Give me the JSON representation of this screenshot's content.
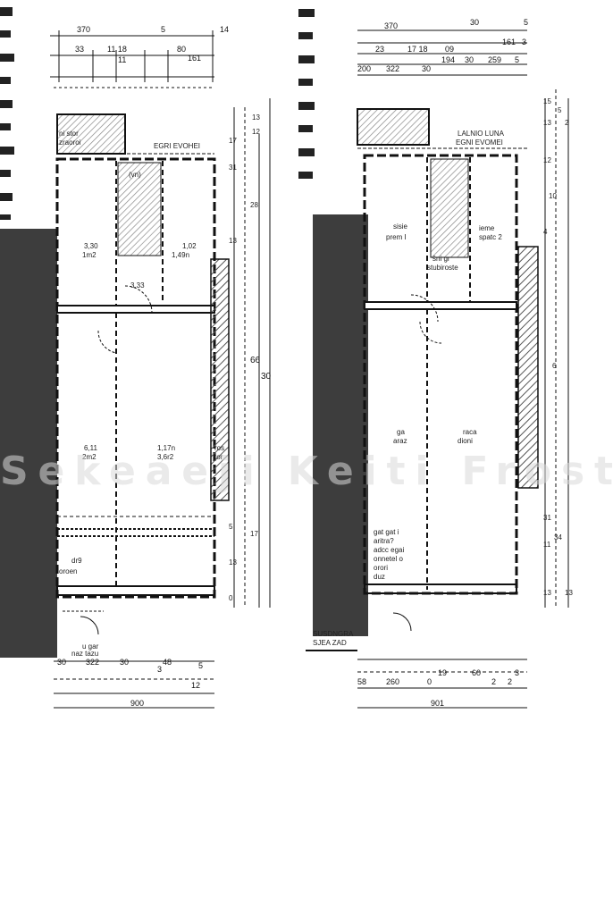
{
  "plan_left": {
    "top_dims": [
      "370",
      "5",
      "14",
      "33",
      "11 18",
      "80",
      "11",
      "161"
    ],
    "right_dims": [
      "17",
      "12",
      "13",
      "13",
      "31",
      "28",
      "13",
      "5",
      "17",
      "0"
    ],
    "far_right_dim": "66",
    "right_total": "30",
    "bottom_dims": [
      "30",
      "322",
      "30",
      "48",
      "3",
      "5",
      "12"
    ],
    "bottom_total": "900",
    "labels": {
      "top_note": "ni stor",
      "top_note2": "zraoroi",
      "corridor_note": "EGRI EVOHEI",
      "vn": "(vn)",
      "room_a_area": "3,30",
      "room_a_m2": "1m2",
      "room_b_area": "1,02",
      "room_b_m2": "1,49n",
      "stair_note": "3,33",
      "room_c_area": "6,11",
      "room_c_m2": "2m2",
      "room_d_area": "1,17n",
      "room_d_m2": "3,6r2",
      "side_note": "ros",
      "side_note2": "tor",
      "bottom_note": "dr9",
      "bottom_note2": "oroen",
      "entry_note": "u gar",
      "entry_note2": "naz tazu"
    }
  },
  "plan_right": {
    "top_dims": [
      "370",
      "30",
      "5",
      "23",
      "17 18",
      "09",
      "161",
      "3"
    ],
    "top_dims_row2": [
      "200",
      "322",
      "30",
      "194",
      "30",
      "259",
      "5"
    ],
    "right_dims": [
      "15",
      "5",
      "13",
      "2",
      "12",
      "10",
      "4",
      "6",
      "31",
      "34",
      "11",
      "13",
      "13"
    ],
    "bottom_dims": [
      "58",
      "260",
      "0",
      "19",
      "60",
      "2",
      "2",
      "3"
    ],
    "bottom_total": "901",
    "labels": {
      "title": "LALNIO LUNA",
      "corridor_note": "EGNI EVOMEI",
      "room_a": "sisie",
      "room_a2": "prem I",
      "room_b": "ieme",
      "room_b2": "spatc 2",
      "stair": "šni gr",
      "stair2": "stubiroste",
      "room_c": "ga",
      "room_c2": "araz",
      "room_d": "raca",
      "room_d2": "dioni",
      "bottom_note": "gat gat i",
      "bottom_note2": "aritra?",
      "bottom_note3": "adcc egai",
      "bottom_note4": "onnetel o",
      "bottom_note5": "orori",
      "bottom_note6": "duz",
      "neighbor": "SUSDNGRA",
      "neighbor2": "SJEA ZAD"
    }
  },
  "watermark": "Sekeaeji Keiti Frost"
}
